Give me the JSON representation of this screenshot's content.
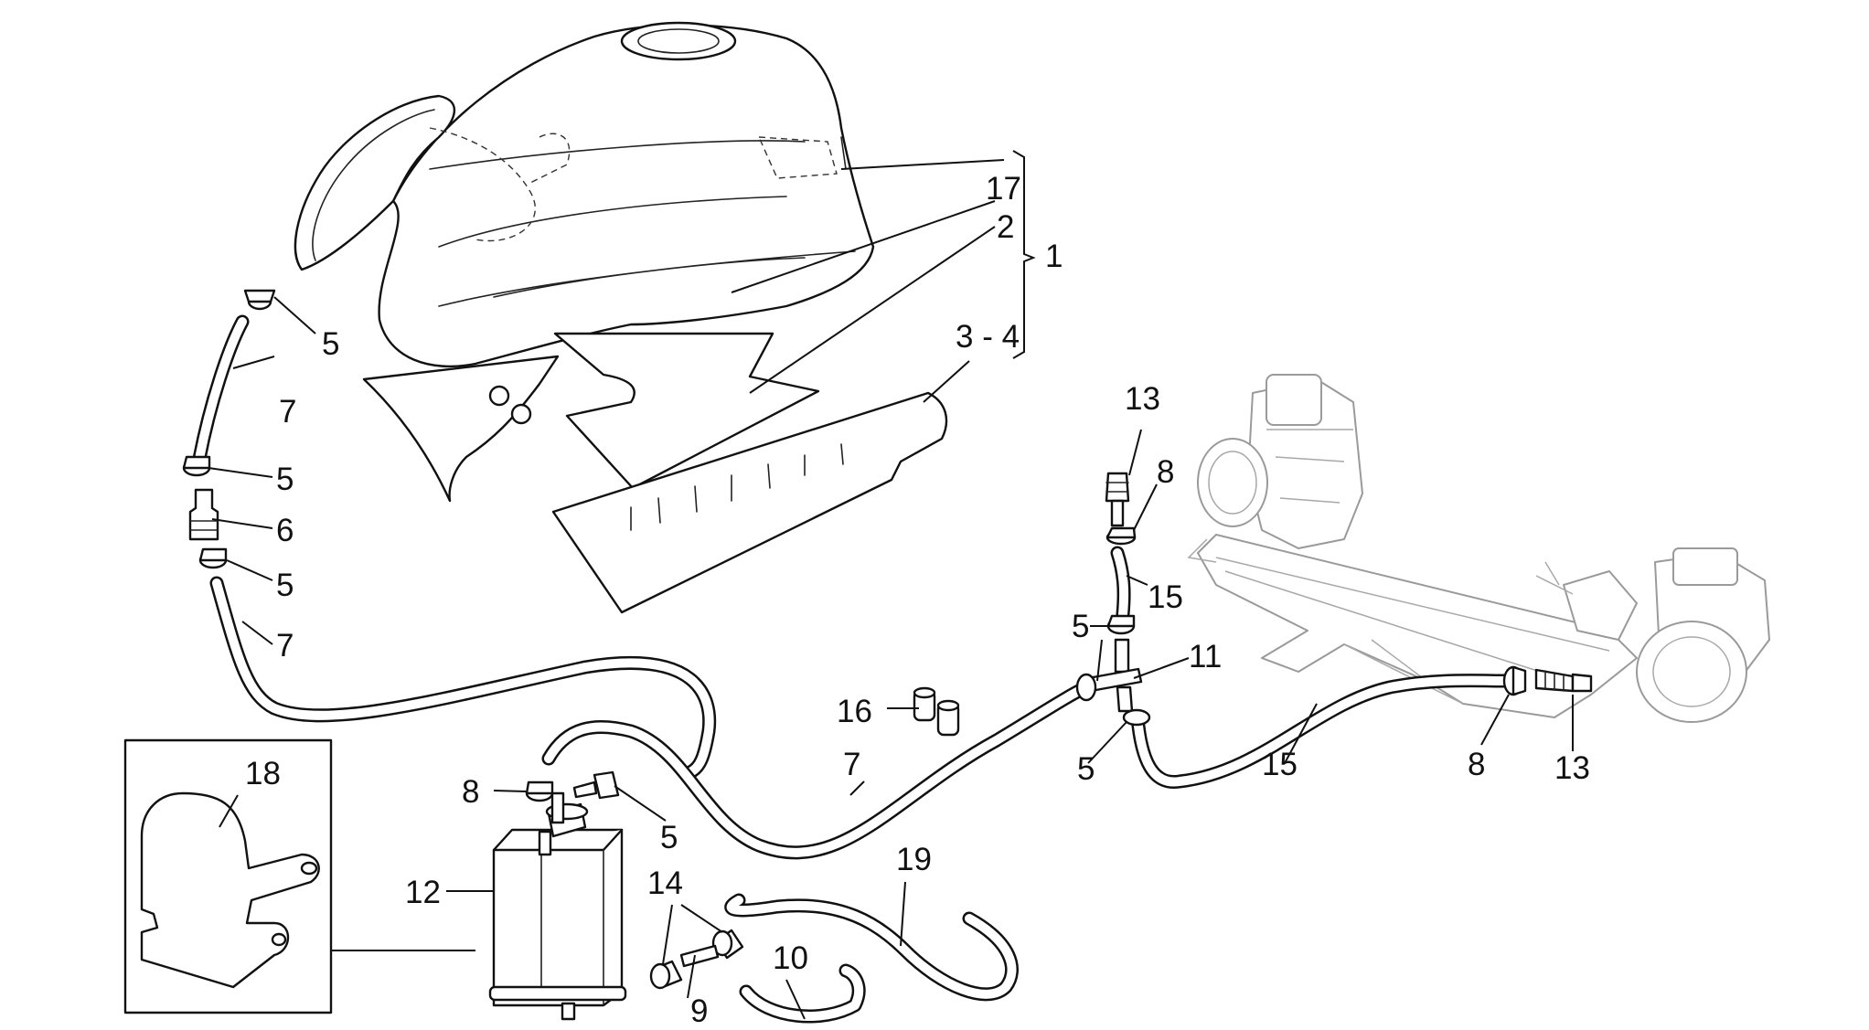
{
  "diagram": {
    "callouts": {
      "c1": "1",
      "c17": "17",
      "c2": "2",
      "c3_4": "3 - 4",
      "c5_a": "5",
      "c7_a": "7",
      "c5_b": "5",
      "c6": "6",
      "c5_c": "5",
      "c7_b": "7",
      "c13_a": "13",
      "c8_a": "8",
      "c15_a": "15",
      "c5_d": "5",
      "c11": "11",
      "c16": "16",
      "c7_c": "7",
      "c5_e": "5",
      "c15_b": "15",
      "c8_b": "8",
      "c13_b": "13",
      "c18": "18",
      "c8_c": "8",
      "c5_f": "5",
      "c12": "12",
      "c14": "14",
      "c19": "19",
      "c10": "10",
      "c9": "9"
    }
  }
}
